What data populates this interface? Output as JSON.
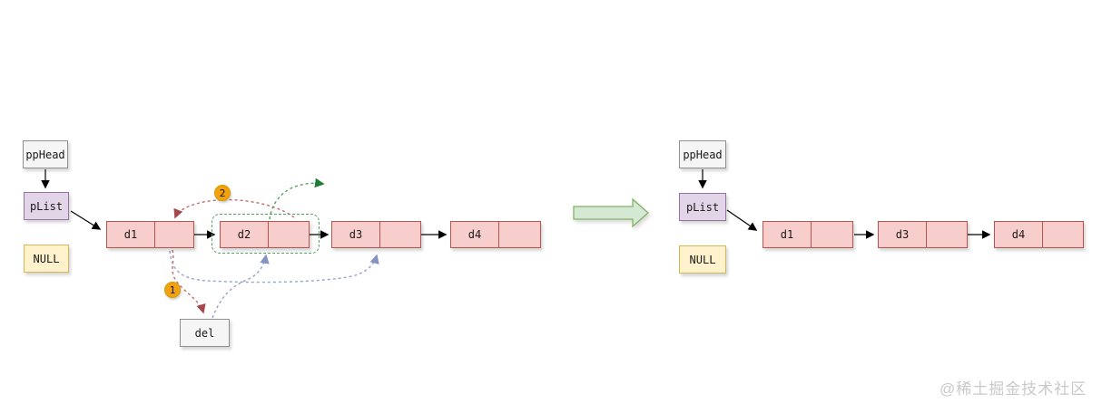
{
  "watermark": "@稀土掘金技术社区",
  "left": {
    "pphead": "ppHead",
    "plist": "pList",
    "null": "NULL",
    "del": "del",
    "badge_1": "1",
    "badge_2": "2",
    "nodes": [
      {
        "label": "d1"
      },
      {
        "label": "d2"
      },
      {
        "label": "d3"
      },
      {
        "label": "d4"
      }
    ]
  },
  "right": {
    "pphead": "ppHead",
    "plist": "pList",
    "null": "NULL",
    "nodes": [
      {
        "label": "d1"
      },
      {
        "label": "d3"
      },
      {
        "label": "d4"
      }
    ]
  },
  "colors": {
    "node_fill": "#f8cecc",
    "node_stroke": "#b85450",
    "pointer_box_fill": "#e1d5e7",
    "pointer_box_stroke": "#9673a6",
    "null_box_fill": "#fff2cc",
    "null_box_stroke": "#d6b656",
    "plain_box_fill": "#f5f5f5",
    "plain_box_stroke": "#8f8f8f",
    "step_badge_fill": "#f2a20d",
    "step_badge_stroke": "#d79b00",
    "transform_arrow_fill": "#d5e8d4",
    "transform_arrow_stroke": "#82b366",
    "delete_curve_red": "#c26b6b",
    "pointer_curve_blue": "#97a3c9",
    "detached_curve_green": "#53a158",
    "solid_arrow": "#000000"
  }
}
